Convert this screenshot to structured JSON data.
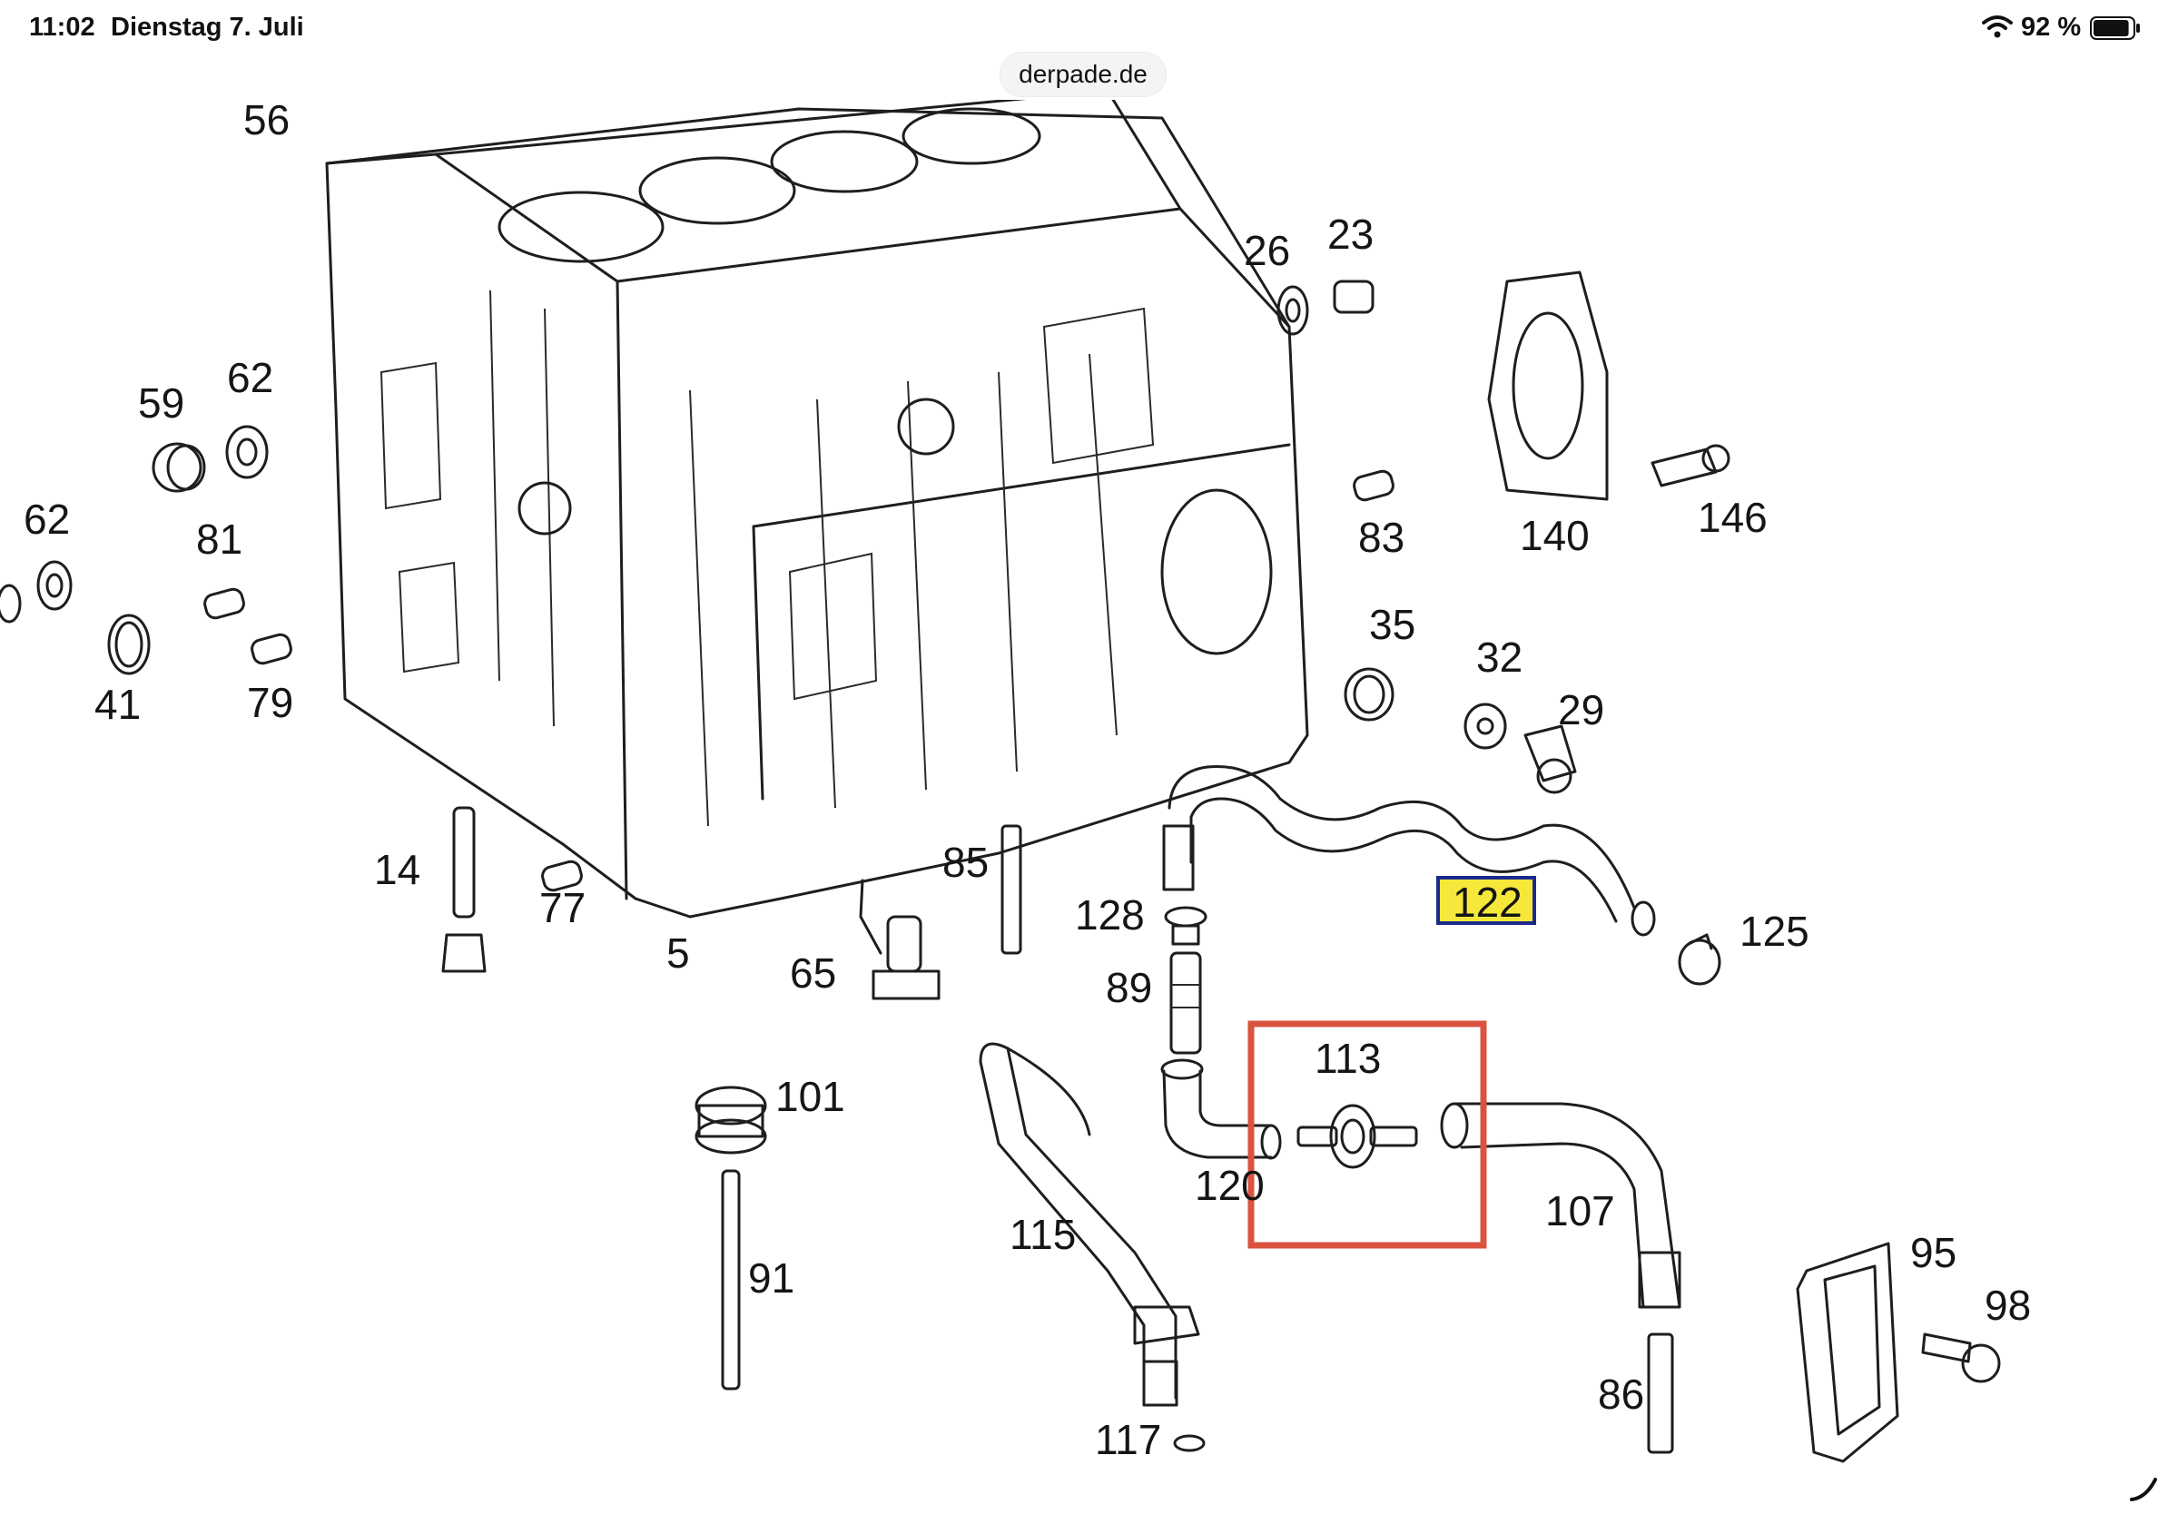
{
  "status_bar": {
    "time": "11:02",
    "date": "Dienstag 7. Juli",
    "battery_percent": "92 %",
    "battery_level": 0.92,
    "wifi_icon": "wifi-icon",
    "battery_icon": "battery-icon"
  },
  "browser": {
    "url": "derpade.de"
  },
  "diagram": {
    "labels": {
      "p56": "56",
      "p26": "26",
      "p23": "23",
      "p59": "59",
      "p62a": "62",
      "p62b": "62",
      "p81": "81",
      "p41": "41",
      "p79": "79",
      "p140": "140",
      "p146": "146",
      "p83": "83",
      "p35": "35",
      "p32": "32",
      "p29": "29",
      "p14": "14",
      "p77": "77",
      "p5": "5",
      "p65": "65",
      "p85": "85",
      "p128": "128",
      "p89": "89",
      "p122": "122",
      "p125": "125",
      "p101": "101",
      "p113": "113",
      "p120": "120",
      "p107": "107",
      "p115": "115",
      "p91": "91",
      "p95": "95",
      "p98": "98",
      "p86": "86",
      "p117": "117"
    },
    "highlight_color": "#f5e83a",
    "highlight_border_color": "#1c2a8c",
    "annotation_box_color": "#d9533f"
  }
}
